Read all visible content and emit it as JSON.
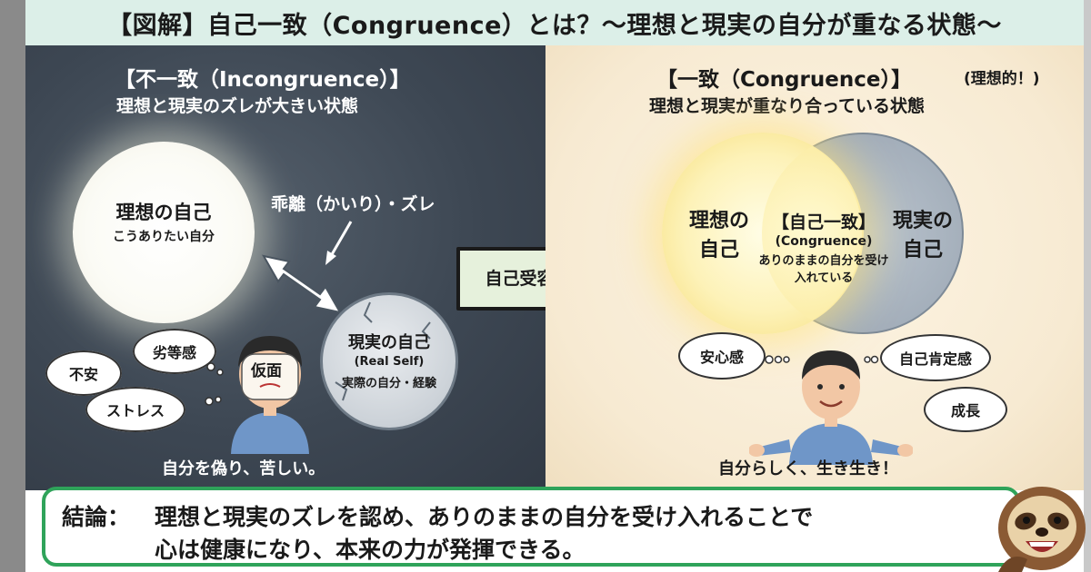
{
  "header": {
    "title": "【図解】自己一致（Congruence）とは？〜理想と現実の自分が重なる状態〜"
  },
  "left": {
    "heading": "【不一致（Incongruence）】",
    "subheading": "理想と現実のズレが大きい状態",
    "ideal_title": "理想の自己",
    "ideal_desc": "こうありたい自分",
    "gap_label": "乖離（かいり）・ズレ",
    "real_title": "現実の自己",
    "real_en": "(Real Self)",
    "real_desc": "実際の自分・経験",
    "mask_label": "仮面",
    "clouds": [
      "劣等感",
      "不安",
      "ストレス"
    ],
    "caption": "自分を偽り、苦しい。"
  },
  "arrow": {
    "label": "自己受容・成長"
  },
  "right": {
    "heading": "【一致（Congruence）】",
    "heading_note": "(理想的！)",
    "subheading": "理想と現実が重なり合っている状態",
    "ideal_label_1": "理想の",
    "ideal_label_2": "自己",
    "real_label_1": "現実の",
    "real_label_2": "自己",
    "center_title": "【自己一致】",
    "center_en": "(Congruence)",
    "center_desc": "ありのままの自分を受け入れている",
    "clouds": [
      "安心感",
      "自己肯定感",
      "成長"
    ],
    "caption": "自分らしく、生き生き！"
  },
  "conclusion": {
    "label": "結論：",
    "line1": "理想と現実のズレを認め、ありのままの自分を受け入れることで",
    "line2": "心は健康になり、本来の力が発揮できる。"
  },
  "colors": {
    "header_bg": "#dcefe8",
    "left_bg": "#3d4753",
    "right_bg": "#f7ead2",
    "arrow_fill": "#e6f1dc",
    "conclusion_border": "#2fa35a"
  }
}
